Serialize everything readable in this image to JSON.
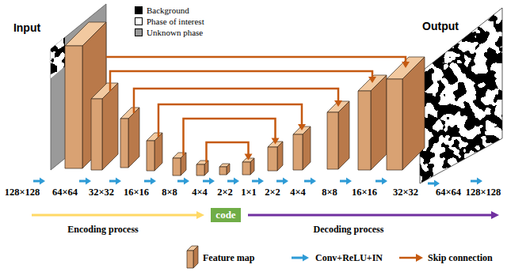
{
  "diagram": {
    "nodes": [
      {
        "text": [
          "code"
        ]
      }
    ],
    "labels": [
      "Input",
      "Output",
      "128×128",
      "64×64",
      "32×32",
      "16×16",
      "8×8",
      "4×4",
      "2×2",
      "1×1",
      "2×2",
      "4×4",
      "8×8",
      "16×16",
      "32×32",
      "64×64",
      "128×128",
      "Encoding process",
      "Decoding process"
    ],
    "legend": [
      {
        "text": "Background",
        "color": "#000000"
      },
      {
        "text": "Phase of interest",
        "color": "#ffffff"
      },
      {
        "text": "Unknown phase",
        "color": "#999999"
      },
      {
        "text": "Feature map"
      },
      {
        "text": "Conv+ReLU+IN"
      },
      {
        "text": "Skip connection"
      }
    ]
  }
}
